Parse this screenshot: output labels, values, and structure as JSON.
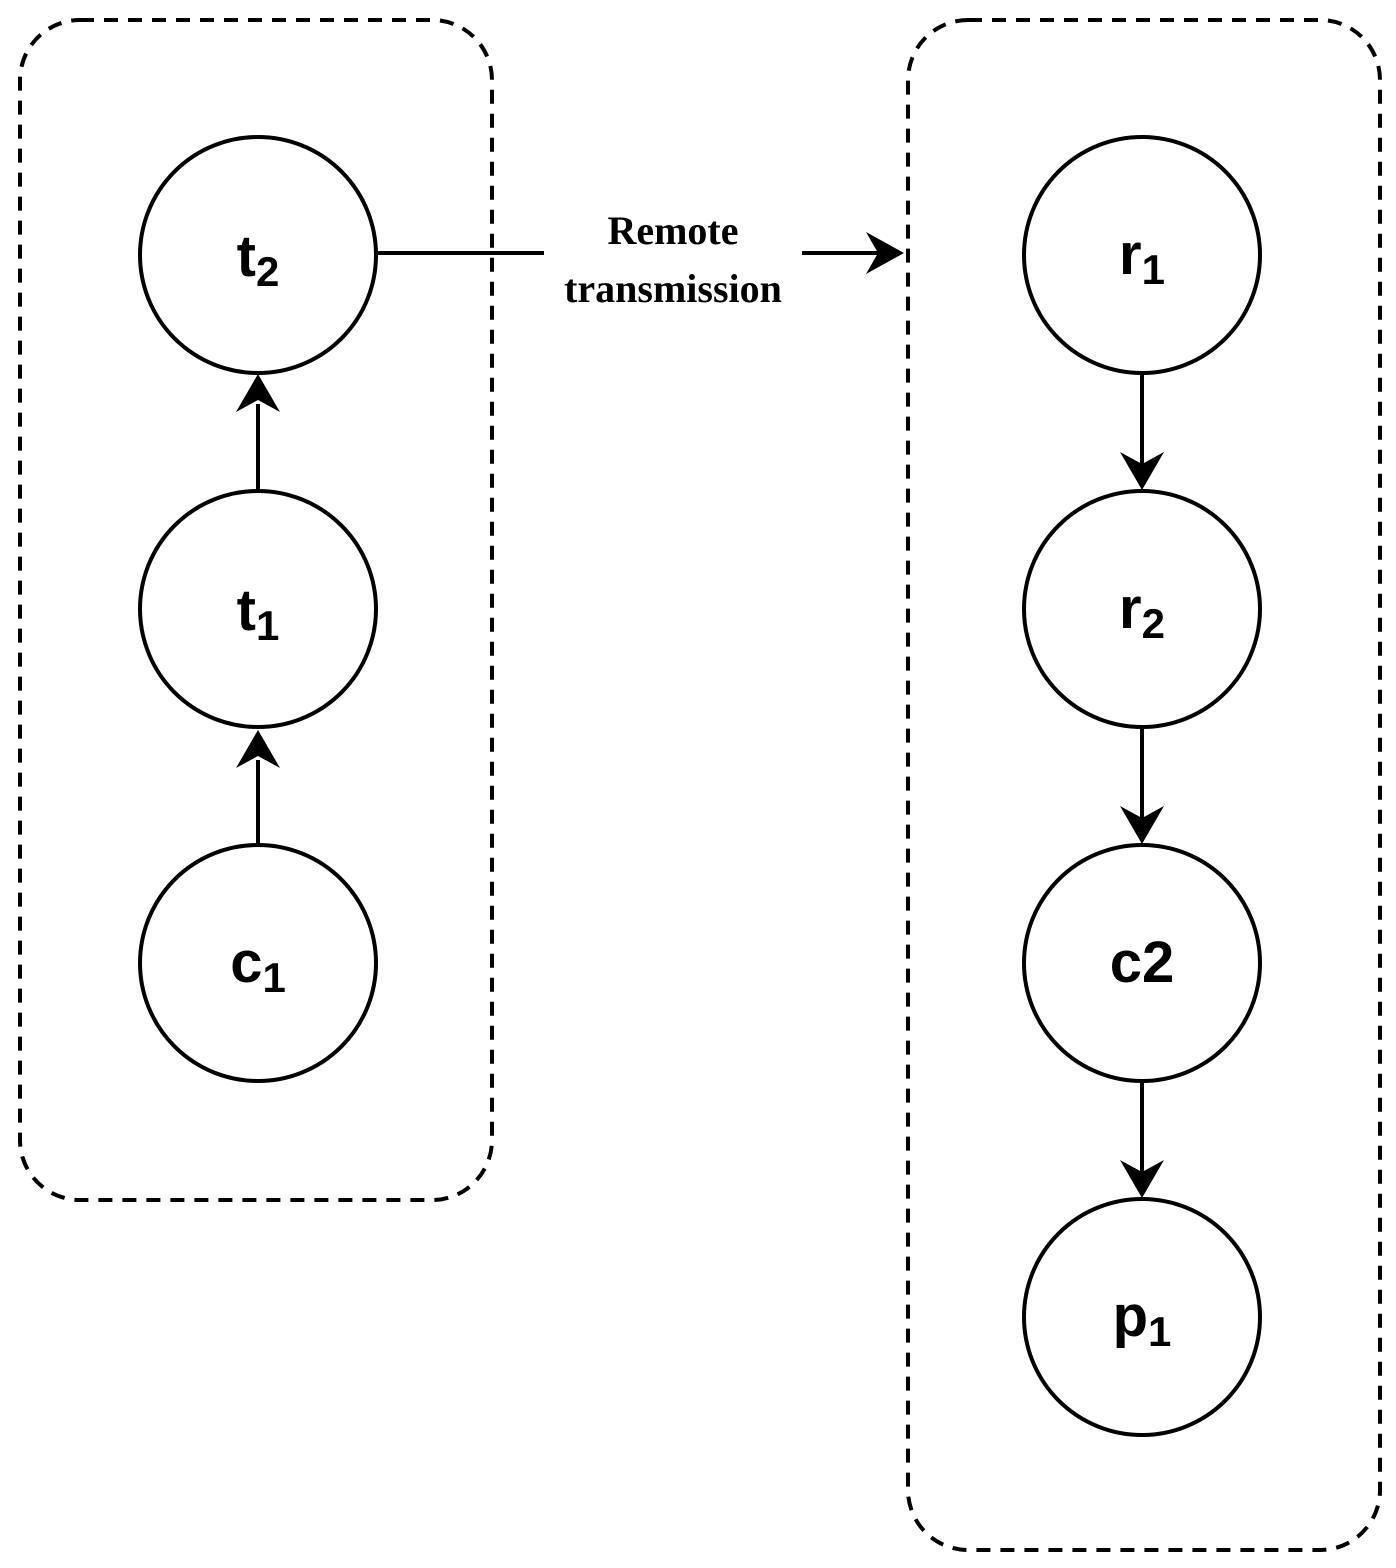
{
  "groups": [
    {
      "id": "sender"
    },
    {
      "id": "receiver"
    }
  ],
  "nodes": {
    "t2": {
      "base": "t",
      "sub": "2"
    },
    "t1": {
      "base": "t",
      "sub": "1"
    },
    "c1": {
      "base": "c",
      "sub": "1"
    },
    "r1": {
      "base": "r",
      "sub": "1"
    },
    "r2": {
      "base": "r",
      "sub": "2"
    },
    "c2": {
      "base": "c2",
      "sub": ""
    },
    "p1": {
      "base": "p",
      "sub": "1"
    }
  },
  "edges": [
    {
      "from": "c1",
      "to": "t1"
    },
    {
      "from": "t1",
      "to": "t2"
    },
    {
      "from": "t2",
      "to": "r1",
      "label_line1": "Remote",
      "label_line2": "transmission"
    },
    {
      "from": "r1",
      "to": "r2"
    },
    {
      "from": "r2",
      "to": "c2"
    },
    {
      "from": "c2",
      "to": "p1"
    }
  ],
  "colors": {
    "stroke": "#000000",
    "background": "#ffffff"
  }
}
